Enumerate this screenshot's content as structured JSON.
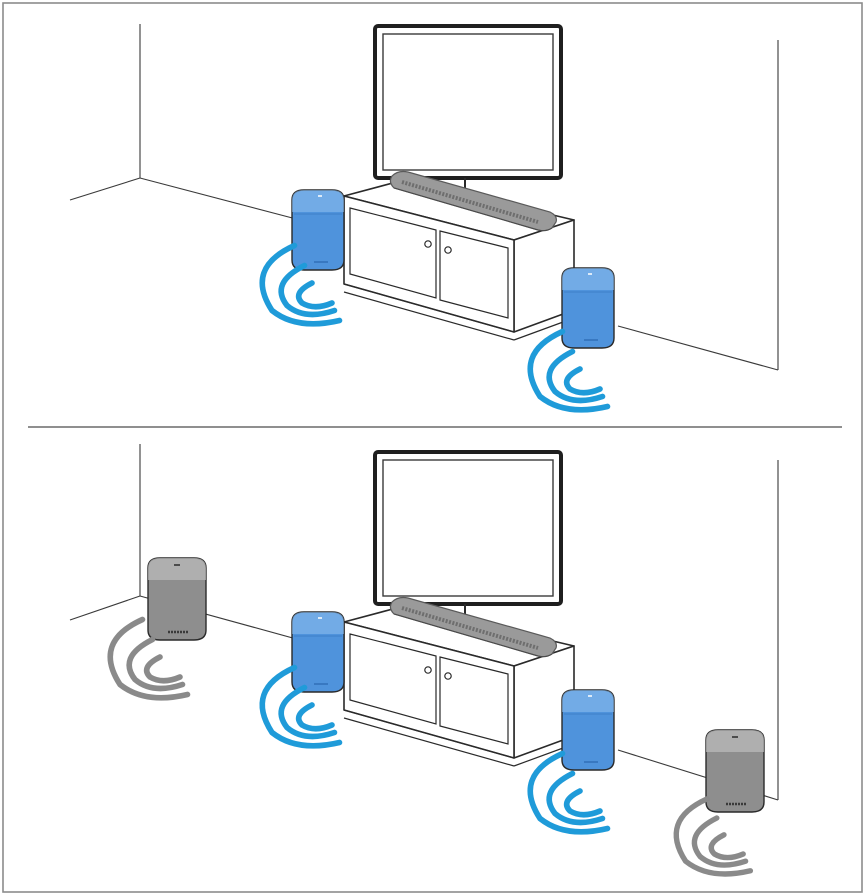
{
  "colors": {
    "frame": "#8c8c8c",
    "line": "#2a2a2a",
    "active_speaker": "#4f93dc",
    "active_speaker_dark": "#2e6db5",
    "inactive_speaker": "#8e8e8e",
    "inactive_speaker_dark": "#5e5e5e",
    "active_wave": "#1f9bd9",
    "inactive_wave": "#8a8a8a",
    "soundbar": "#9a9a9a"
  },
  "panels": [
    {
      "name": "two-speaker-setup",
      "speakers": [
        {
          "name": "front-left-wireless-speaker",
          "state": "active"
        },
        {
          "name": "front-right-wireless-speaker",
          "state": "active"
        }
      ]
    },
    {
      "name": "four-speaker-setup",
      "speakers": [
        {
          "name": "rear-left-wireless-speaker",
          "state": "inactive"
        },
        {
          "name": "front-left-wireless-speaker",
          "state": "active"
        },
        {
          "name": "front-right-wireless-speaker",
          "state": "active"
        },
        {
          "name": "rear-right-wireless-speaker",
          "state": "inactive"
        }
      ]
    }
  ]
}
